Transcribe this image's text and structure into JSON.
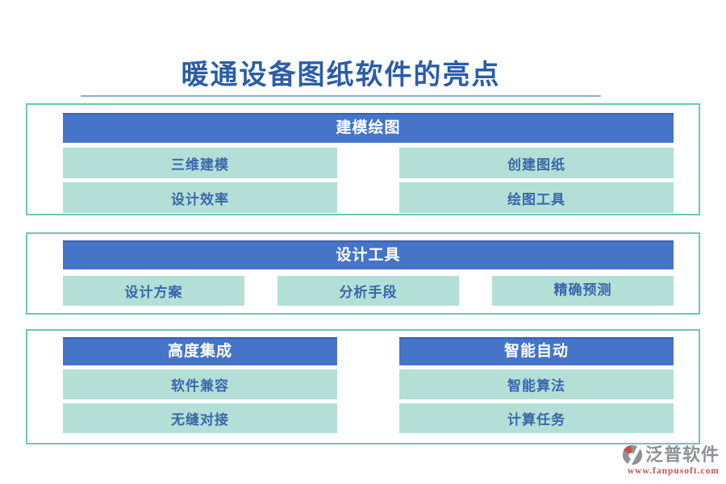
{
  "page": {
    "title": "暖通设备图纸软件的亮点"
  },
  "colors": {
    "header_blue": "#4674c8",
    "header_blue_edge": "#3a60b4",
    "item_teal": "#b3dfd6",
    "item_text_blue": "#3a68ac",
    "title_blue": "#2b5ca8",
    "box_border_teal": "#6ec6b8",
    "title_underline": "#93a9cc",
    "logo_gray": "#8f9195",
    "logo_red": "#cb4c41"
  },
  "sections": [
    {
      "header": "建模绘图",
      "items": [
        "三维建模",
        "创建图纸",
        "设计效率",
        "绘图工具"
      ]
    },
    {
      "header": "设计工具",
      "items": [
        "设计方案",
        "分析手段",
        "精确预测"
      ]
    },
    {
      "columns": [
        {
          "header": "高度集成",
          "items": [
            "软件兼容",
            "无缝对接"
          ]
        },
        {
          "header": "智能自动",
          "items": [
            "智能算法",
            "计算任务"
          ]
        }
      ]
    }
  ],
  "footer": {
    "brand": "泛普软件",
    "url": "www.fanpusoft.com"
  }
}
